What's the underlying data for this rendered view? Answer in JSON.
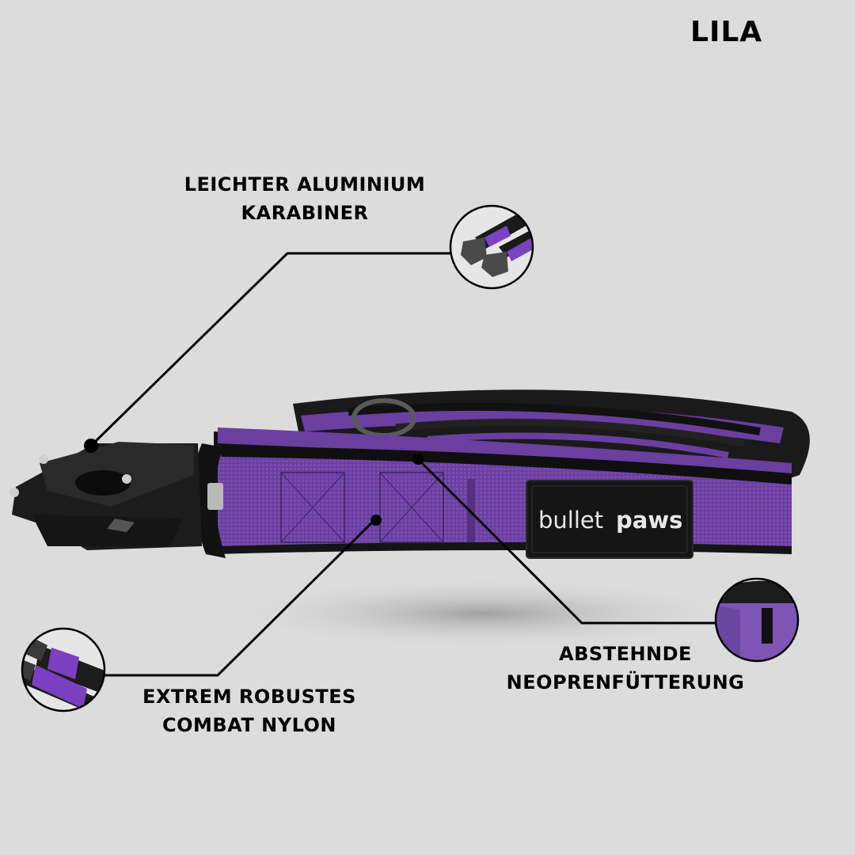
{
  "header": {
    "color_name": "LILA"
  },
  "brand": {
    "name_part1": "bullet",
    "name_part2": "paws"
  },
  "callouts": [
    {
      "id": "carabiner",
      "line1": "LEICHTER ALUMINIUM",
      "line2": "KARABINER",
      "inset": "two-carabiner-clips"
    },
    {
      "id": "neoprene",
      "line1": "ABSTEHNDE",
      "line2": "NEOPRENFÜTTERUNG",
      "inset": "padded-handle-closeup"
    },
    {
      "id": "nylon",
      "line1": "EXTREM ROBUSTES",
      "line2": "COMBAT NYLON",
      "inset": "nylon-straps-closeup"
    }
  ],
  "colors": {
    "background": "#dcdcdc",
    "purple": "#6b3fa0",
    "purple_dark": "#54307f",
    "black": "#1a1a1a",
    "text": "#000000"
  }
}
